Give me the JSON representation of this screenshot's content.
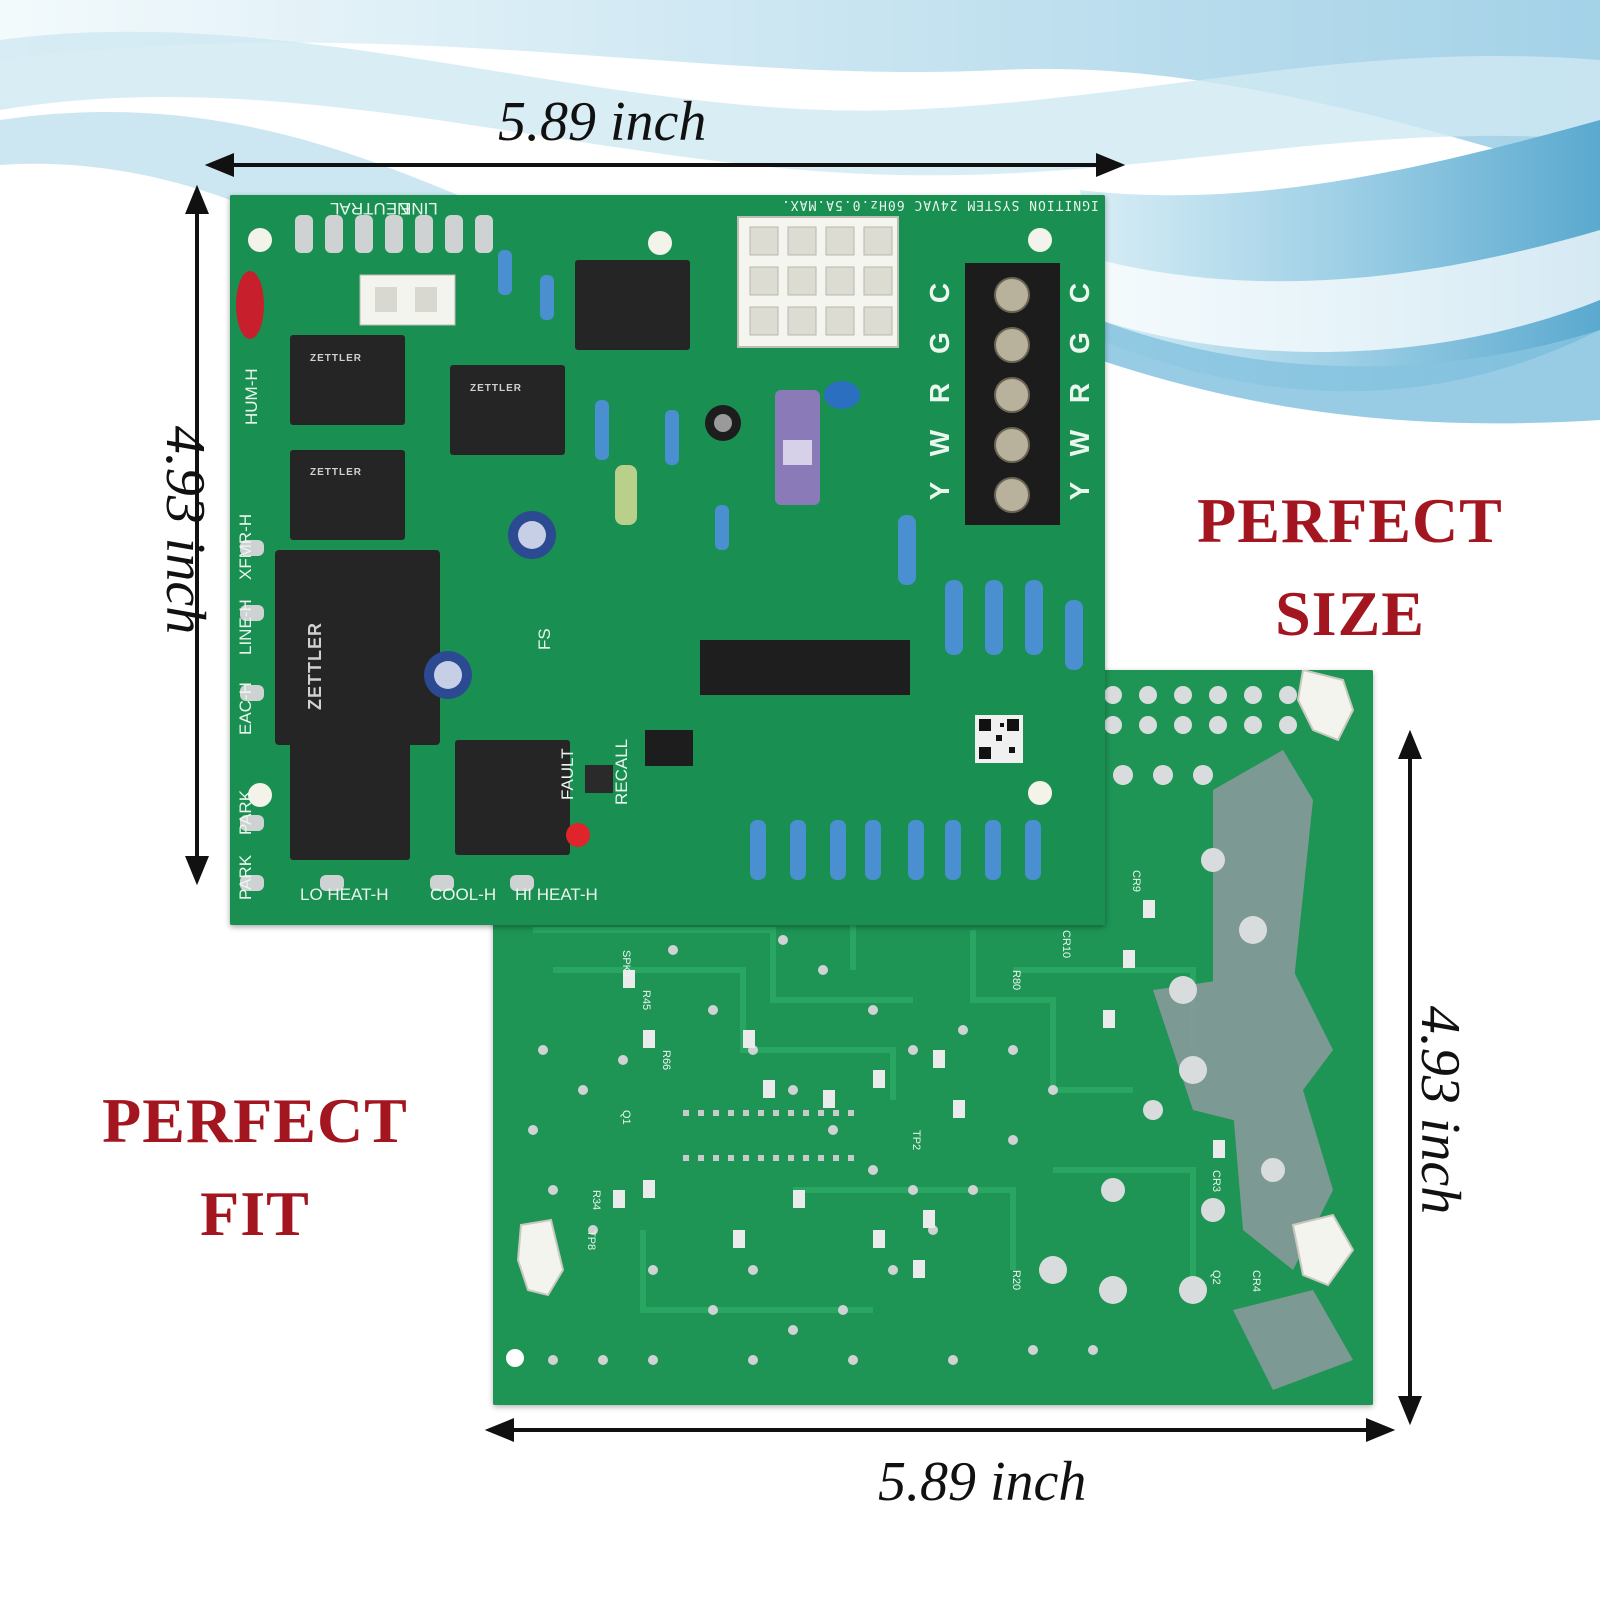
{
  "image": {
    "description_labels": {
      "width_top": "5.89 inch",
      "width_bottom": "5.89 inch",
      "height_left": "4.93 inch",
      "height_right": "4.93 inch"
    },
    "promo_size": {
      "line1": "PERFECT",
      "line2": "SIZE"
    },
    "promo_fit": {
      "line1": "PERFECT",
      "line2": "FIT"
    },
    "board": {
      "silkscreen_title": "WST19 AUTOMATIC IGNITION SYSTEM 24VAC 60Hz.0.5A.MAX.",
      "label_line": "LINE",
      "label_neutral": "NEUTRAL",
      "label_hum": "HUM-H",
      "label_xfmr": "XFMR-H",
      "label_line_h": "LINE-H",
      "label_eac": "EAC-H",
      "label_park1": "PARK",
      "label_park2": "PARK",
      "label_lo_heat": "LO HEAT-H",
      "label_cool": "COOL-H",
      "label_hi_heat": "HI HEAT-H",
      "label_fault": "FAULT",
      "label_recall": "RECALL",
      "label_fs": "FS",
      "terminals_inner": [
        "Y",
        "W",
        "R",
        "G",
        "C"
      ],
      "terminals_outer": [
        "Y",
        "W",
        "R",
        "G",
        "C"
      ],
      "relay_brand": "ZETTLER"
    },
    "colors": {
      "promo_red": "#a3151f",
      "pcb_green": "#1a8f52",
      "swirl_blue": "#6fb6d6"
    }
  }
}
